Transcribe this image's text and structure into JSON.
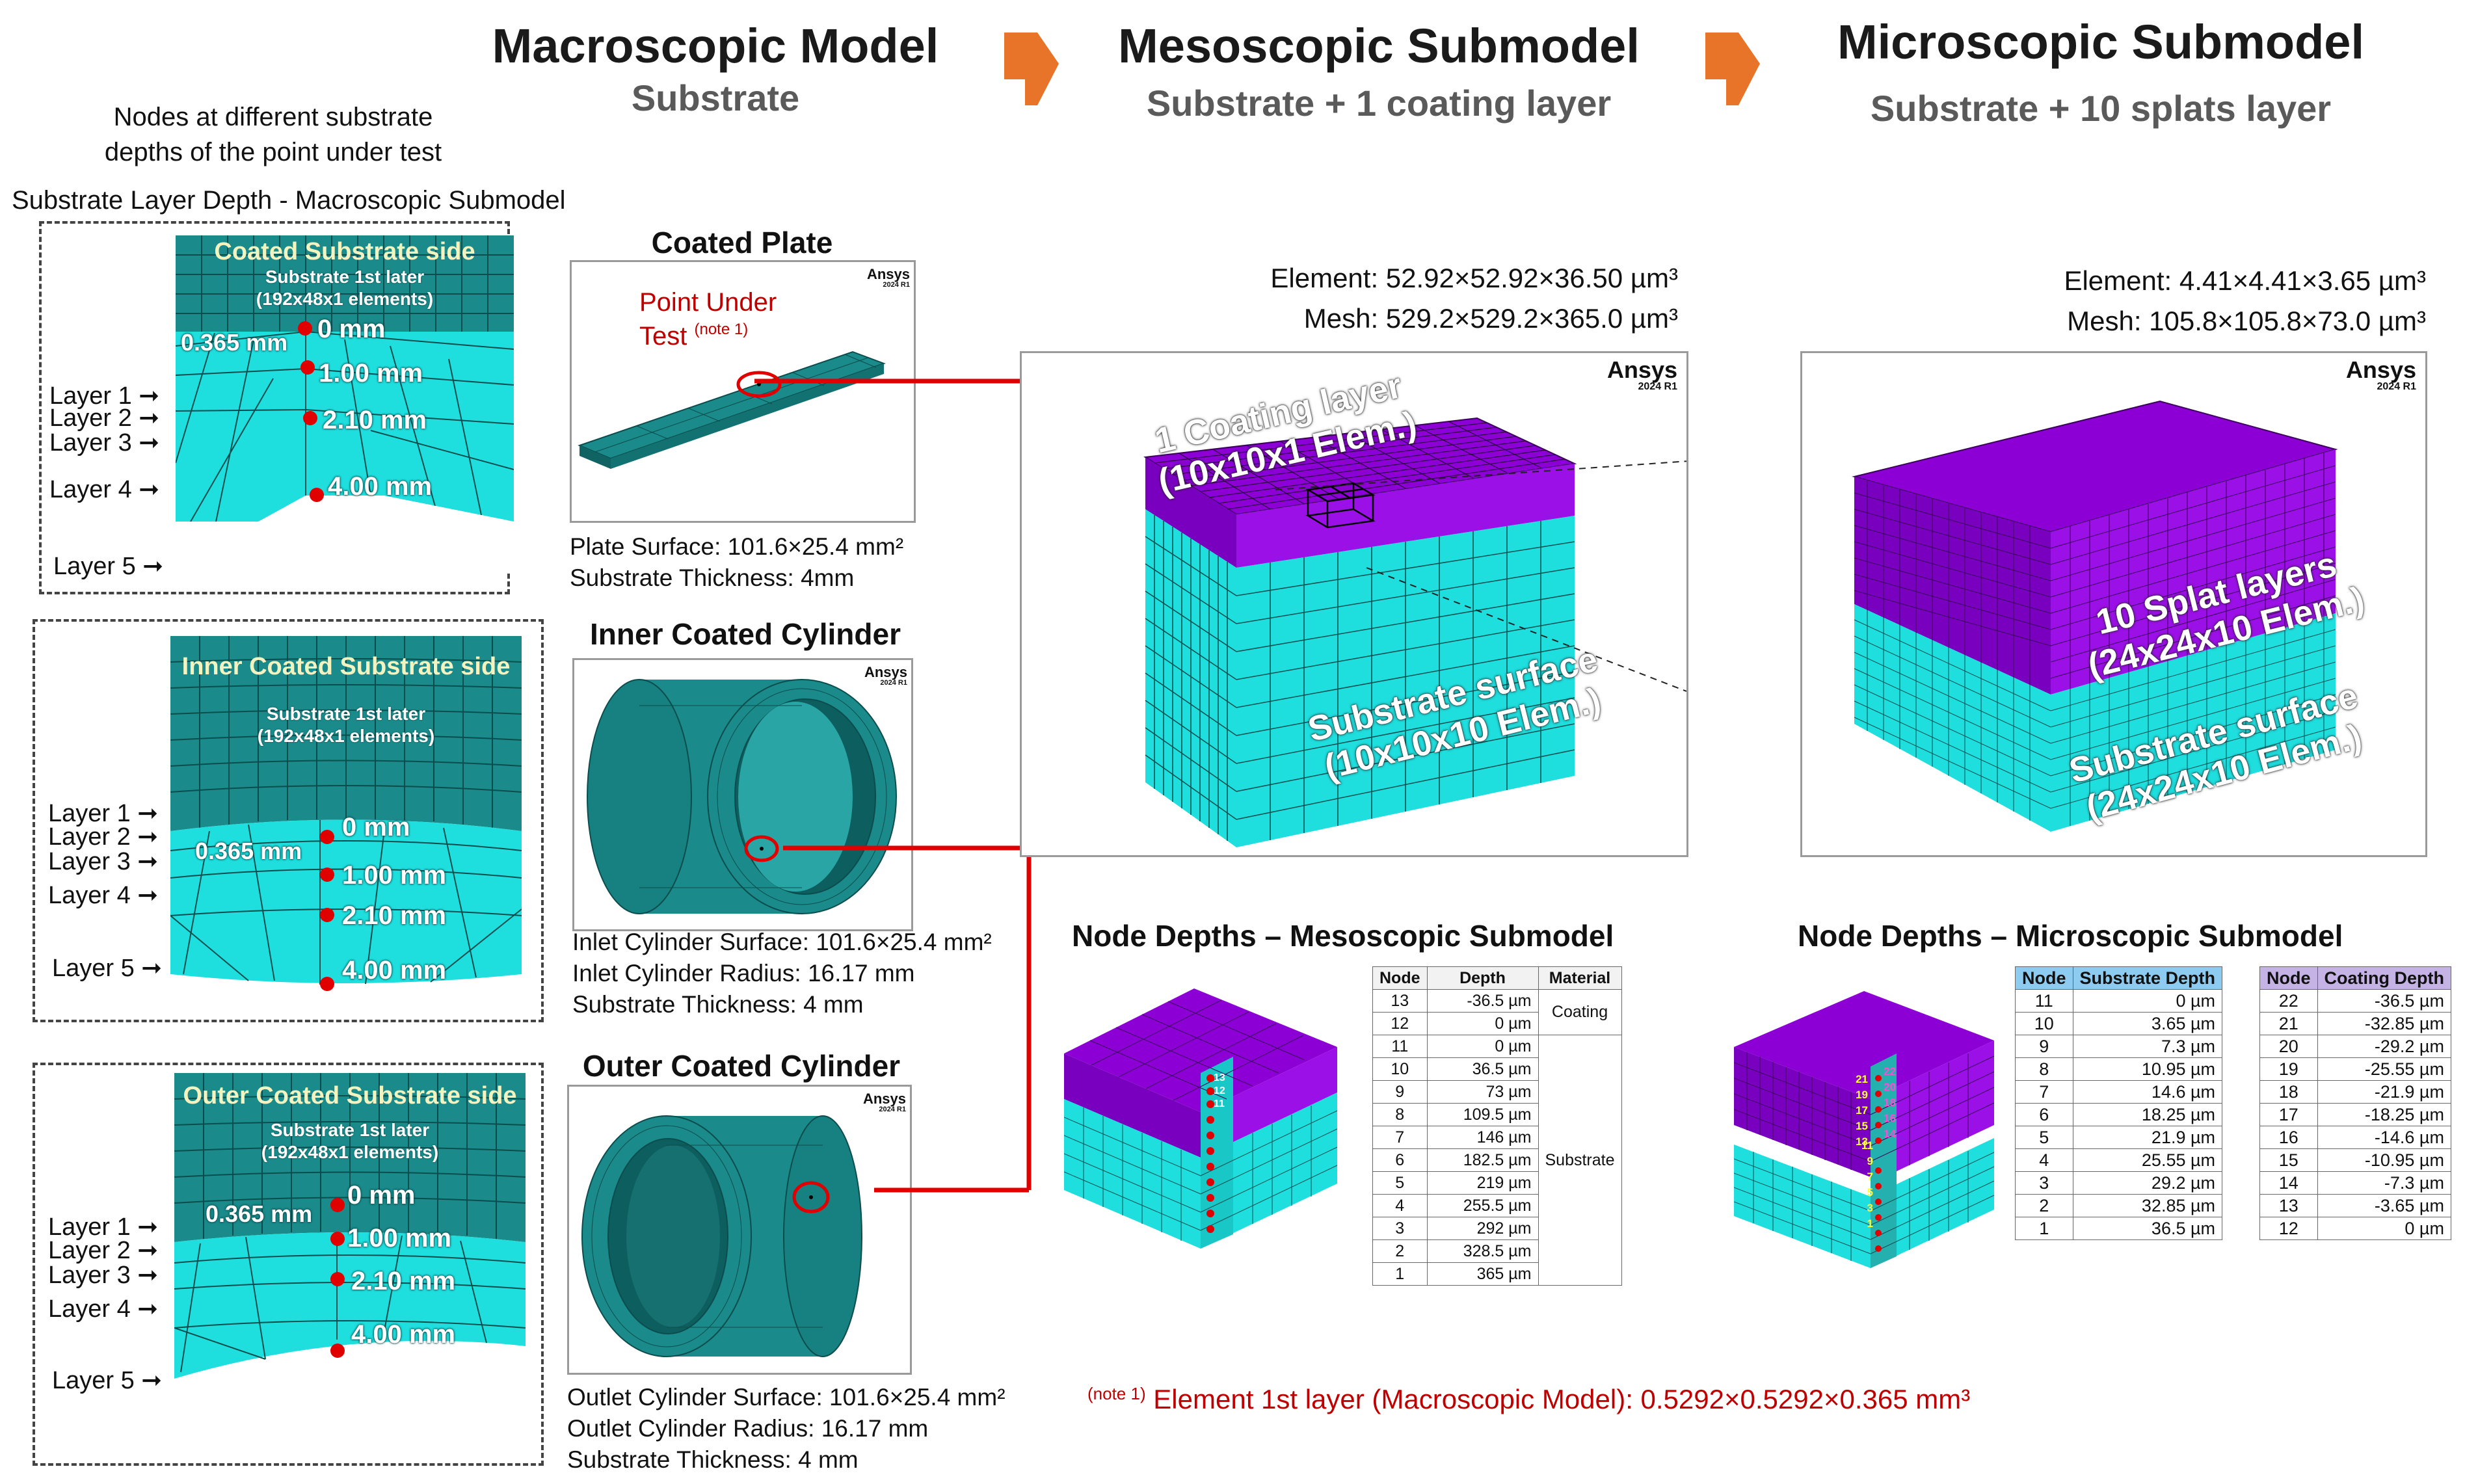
{
  "headers": {
    "macro": {
      "title": "Macroscopic Model",
      "subtitle": "Substrate"
    },
    "meso": {
      "title": "Mesoscopic Submodel",
      "subtitle": "Substrate + 1 coating layer"
    },
    "micro": {
      "title": "Microscopic Submodel",
      "subtitle": "Substrate + 10 splats layer"
    }
  },
  "left": {
    "nodes_caption_1": "Nodes at different substrate",
    "nodes_caption_2": "depths of the point under test",
    "section_title": "Substrate Layer Depth - Macroscopic Submodel",
    "panels": [
      {
        "title": "Coated Substrate side",
        "sub1": "Substrate 1st later",
        "sub2": "(192x48x1 elements)",
        "thickness": "0.365 mm",
        "depths": [
          "0 mm",
          "1.00 mm",
          "2.10 mm",
          "4.00 mm"
        ],
        "layers": [
          "Layer 1",
          "Layer 2",
          "Layer 3",
          "Layer 4",
          "Layer 5"
        ]
      },
      {
        "title": "Inner Coated Substrate side",
        "sub1": "Substrate 1st later",
        "sub2": "(192x48x1 elements)",
        "thickness": "0.365 mm",
        "depths": [
          "0 mm",
          "1.00 mm",
          "2.10 mm",
          "4.00 mm"
        ],
        "layers": [
          "Layer 1",
          "Layer 2",
          "Layer 3",
          "Layer 4",
          "Layer 5"
        ]
      },
      {
        "title": "Outer Coated Substrate side",
        "sub1": "Substrate 1st later",
        "sub2": "(192x48x1 elements)",
        "thickness": "0.365 mm",
        "depths": [
          "0 mm",
          "1.00 mm",
          "2.10 mm",
          "4.00 mm"
        ],
        "layers": [
          "Layer 1",
          "Layer 2",
          "Layer 3",
          "Layer 4",
          "Layer 5"
        ]
      }
    ]
  },
  "models": {
    "plate": {
      "title": "Coated Plate",
      "point_label_1": "Point Under",
      "point_label_2": "Test",
      "point_note": "(note 1)",
      "spec": [
        "Plate Surface: 101.6×25.4 mm²",
        "Substrate Thickness: 4mm"
      ]
    },
    "inner": {
      "title": "Inner Coated Cylinder",
      "spec": [
        "Inlet Cylinder Surface: 101.6×25.4 mm²",
        "Inlet Cylinder Radius: 16.17 mm",
        "Substrate Thickness: 4 mm"
      ]
    },
    "outer": {
      "title": "Outer Coated Cylinder",
      "spec": [
        "Outlet Cylinder Surface: 101.6×25.4 mm²",
        "Outlet Cylinder Radius: 16.17 mm",
        "Substrate Thickness: 4 mm"
      ]
    }
  },
  "ansys": {
    "logo": "Ansys",
    "version": "2024 R1"
  },
  "meso": {
    "element": "Element: 52.92×52.92×36.50 µm³",
    "mesh": "Mesh: 529.2×529.2×365.0 µm³",
    "coating_label_1": "1 Coating layer",
    "coating_label_2": "(10x10x1 Elem.)",
    "substrate_label_1": "Substrate surface",
    "substrate_label_2": "(10x10x10 Elem.)",
    "node_title": "Node Depths – Mesoscopic Submodel",
    "table_headers": [
      "Node",
      "Depth",
      "Material"
    ],
    "table_rows": [
      [
        "13",
        "-36.5 µm"
      ],
      [
        "12",
        "0 µm"
      ],
      [
        "11",
        "0 µm"
      ],
      [
        "10",
        "36.5 µm"
      ],
      [
        "9",
        "73 µm"
      ],
      [
        "8",
        "109.5 µm"
      ],
      [
        "7",
        "146 µm"
      ],
      [
        "6",
        "182.5 µm"
      ],
      [
        "5",
        "219 µm"
      ],
      [
        "4",
        "255.5 µm"
      ],
      [
        "3",
        "292 µm"
      ],
      [
        "2",
        "328.5 µm"
      ],
      [
        "1",
        "365 µm"
      ]
    ],
    "material_coating": "Coating",
    "material_substrate": "Substrate",
    "node_labels": [
      "13",
      "12",
      "11"
    ]
  },
  "micro": {
    "element": "Element: 4.41×4.41×3.65 µm³",
    "mesh": "Mesh: 105.8×105.8×73.0 µm³",
    "splat_label_1": "10 Splat layers",
    "splat_label_2": "(24x24x10 Elem.)",
    "substrate_label_1": "Substrate surface",
    "substrate_label_2": "(24x24x10 Elem.)",
    "node_title": "Node Depths – Microscopic Submodel",
    "table1_headers": [
      "Node",
      "Substrate Depth"
    ],
    "table1_rows": [
      [
        "11",
        "0 µm"
      ],
      [
        "10",
        "3.65 µm"
      ],
      [
        "9",
        "7.3 µm"
      ],
      [
        "8",
        "10.95 µm"
      ],
      [
        "7",
        "14.6 µm"
      ],
      [
        "6",
        "18.25 µm"
      ],
      [
        "5",
        "21.9 µm"
      ],
      [
        "4",
        "25.55 µm"
      ],
      [
        "3",
        "29.2 µm"
      ],
      [
        "2",
        "32.85 µm"
      ],
      [
        "1",
        "36.5 µm"
      ]
    ],
    "table2_headers": [
      "Node",
      "Coating Depth"
    ],
    "table2_rows": [
      [
        "22",
        "-36.5 µm"
      ],
      [
        "21",
        "-32.85 µm"
      ],
      [
        "20",
        "-29.2 µm"
      ],
      [
        "19",
        "-25.55 µm"
      ],
      [
        "18",
        "-21.9 µm"
      ],
      [
        "17",
        "-18.25 µm"
      ],
      [
        "16",
        "-14.6 µm"
      ],
      [
        "15",
        "-10.95 µm"
      ],
      [
        "14",
        "-7.3 µm"
      ],
      [
        "13",
        "-3.65 µm"
      ],
      [
        "12",
        "0 µm"
      ]
    ],
    "node_labels_coat": [
      "21",
      "19",
      "17",
      "15",
      "13"
    ],
    "node_labels_coat2": [
      "22",
      "20",
      "18",
      "16",
      "14"
    ],
    "node_labels_sub": [
      "11",
      "9",
      "7",
      "5",
      "3",
      "1"
    ]
  },
  "footnote": {
    "note": "(note 1)",
    "text": "Element 1st layer (Macroscopic Model): 0.5292×0.5292×0.365 mm³"
  },
  "colors": {
    "coating": "#8c00d6",
    "substrate": "#17d6d6",
    "mesh_dark": "#1a8080",
    "red": "#e00000",
    "arrow": "#e8742a"
  }
}
